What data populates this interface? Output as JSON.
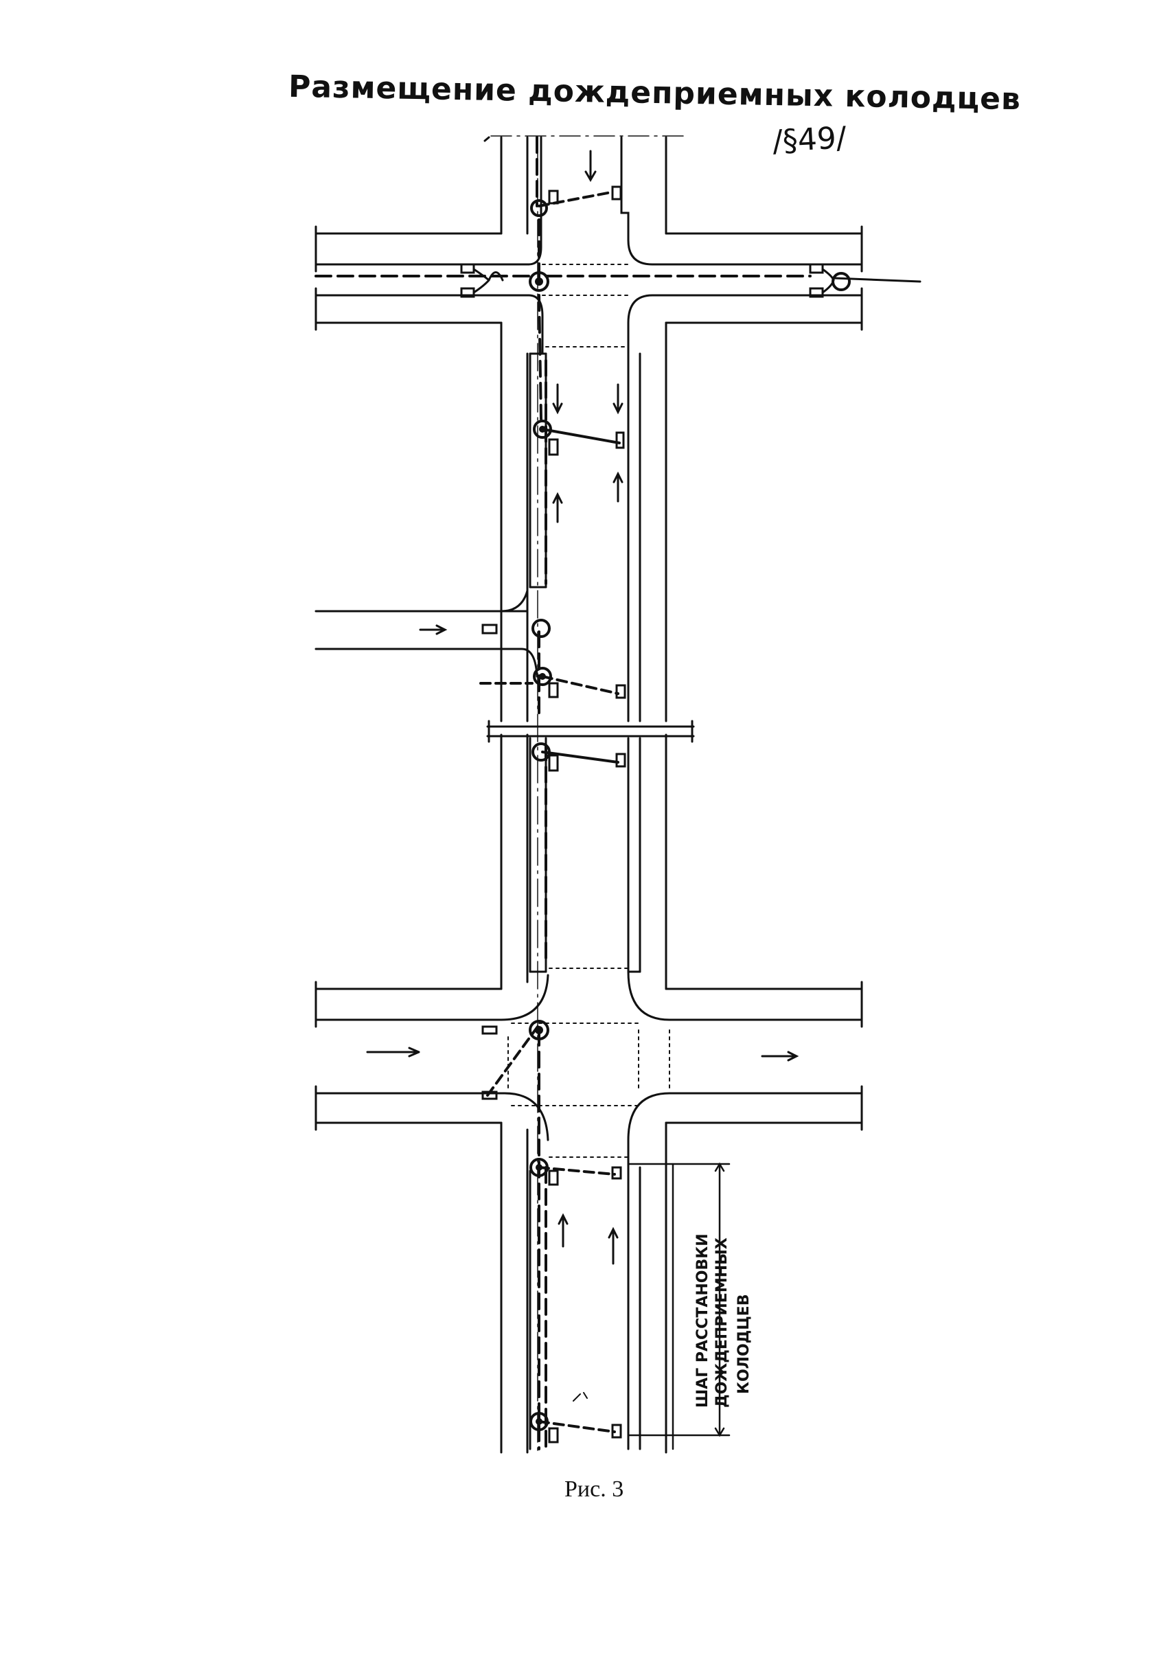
{
  "title": "Размещение дождеприемных колодцев",
  "section_ref": "/§49/",
  "caption": "Рис. 3",
  "dimension_label": {
    "line1": "ШАГ РАССТАНОВКИ",
    "line2": "ДОЖДЕПРИЕМНЫХ",
    "line3": "КОЛОДЦЕВ"
  },
  "colors": {
    "ink": "#111111",
    "paper": "#ffffff"
  }
}
